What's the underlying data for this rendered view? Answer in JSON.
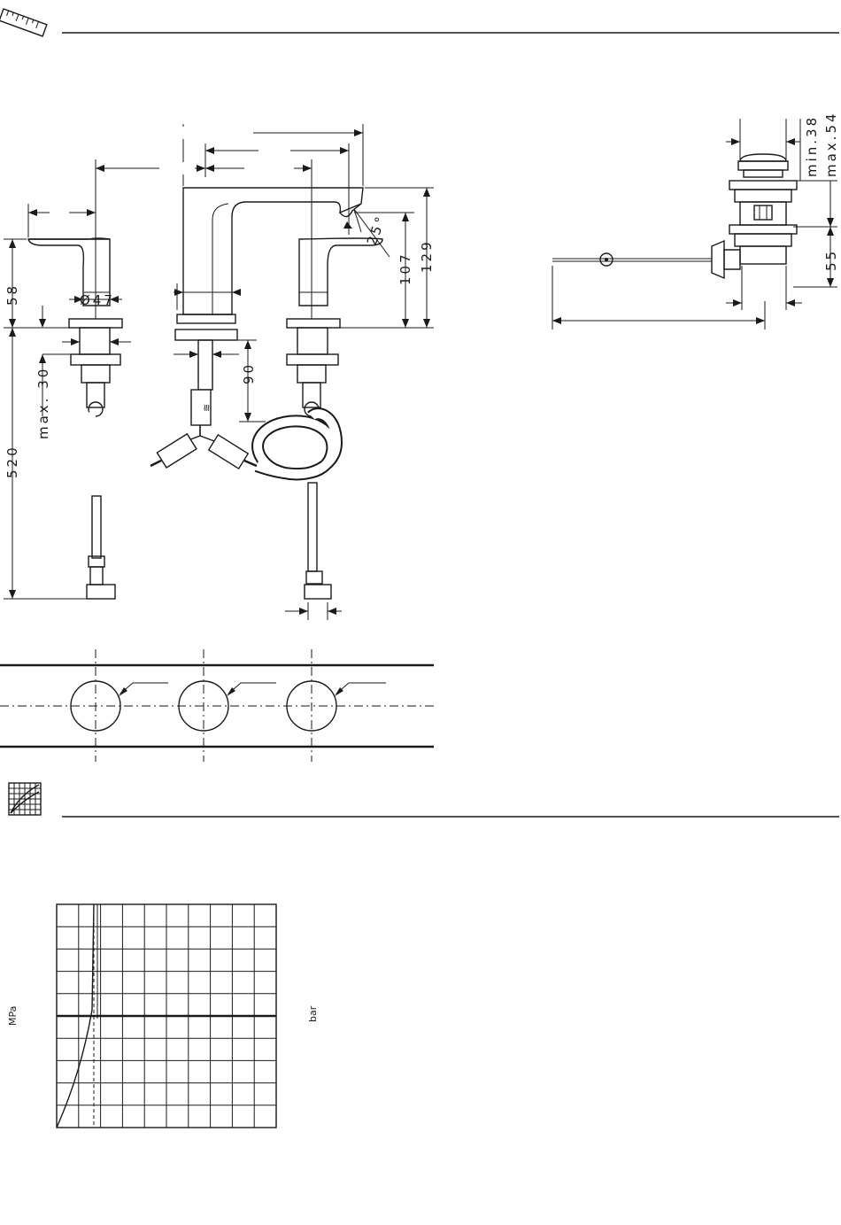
{
  "faucet": {
    "dim_58": "58",
    "dim_dia47": "Ø47",
    "dim_max30": "max. 30",
    "dim_520": "520",
    "dim_90": "90",
    "dim_107": "107",
    "dim_129": "129",
    "dim_25deg": "25°"
  },
  "drain": {
    "dim_min38": "min.38",
    "dim_max54": "max.54",
    "dim_55": "55"
  },
  "chart": {
    "ylabel_left": "MPa",
    "ylabel_right": "bar",
    "grid_cols": 10,
    "grid_rows": 10,
    "bold_row": 5
  },
  "icons": {
    "section1": "ruler-icon",
    "section2": "flow-chart-icon"
  }
}
